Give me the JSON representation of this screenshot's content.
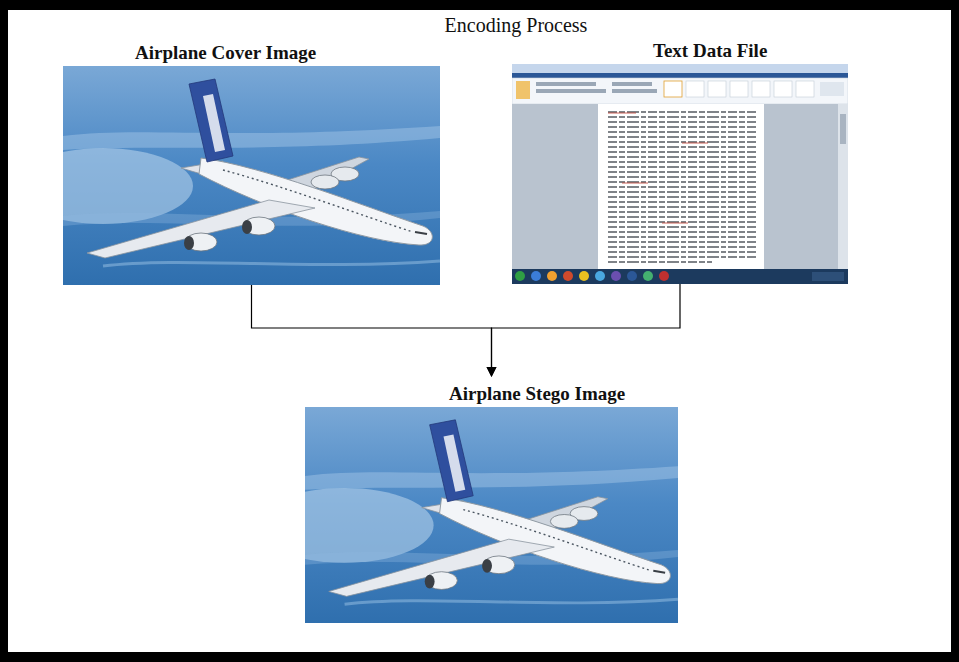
{
  "diagram": {
    "title": "Encoding Process",
    "nodes": [
      {
        "text": [
          "Airplane Cover Image"
        ]
      },
      {
        "text": [
          "Text Data File"
        ]
      },
      {
        "text": [
          "Airplane Stego Image"
        ]
      }
    ],
    "edges": [
      {
        "from": 0,
        "to": 2,
        "arrow": "to"
      },
      {
        "from": 1,
        "to": 2,
        "arrow": "to"
      }
    ]
  }
}
